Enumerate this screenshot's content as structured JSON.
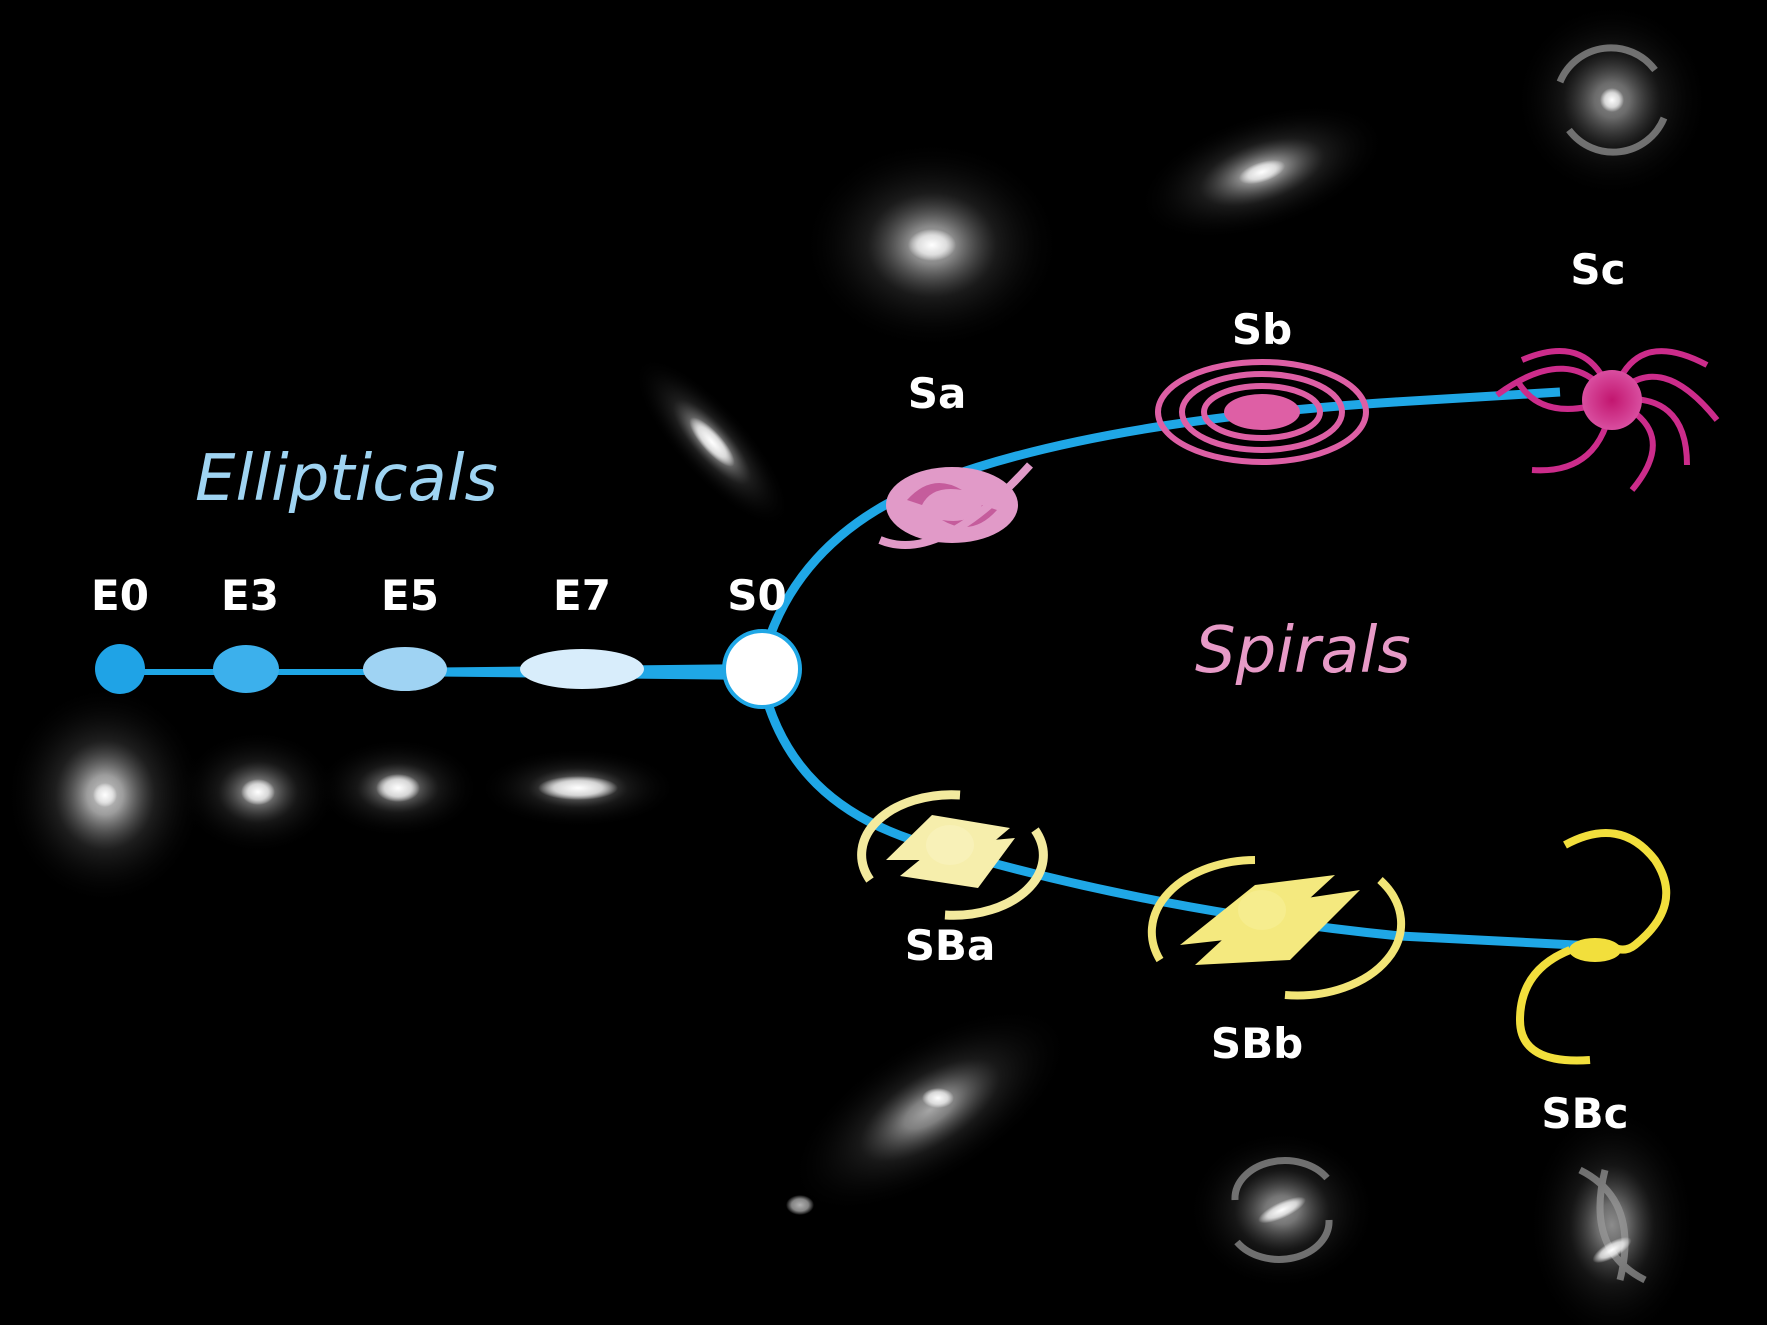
{
  "groups": {
    "ellipticals": "Ellipticals",
    "spirals": "Spirals"
  },
  "classes": {
    "E0": "E0",
    "E3": "E3",
    "E5": "E5",
    "E7": "E7",
    "S0": "S0",
    "Sa": "Sa",
    "Sb": "Sb",
    "Sc": "Sc",
    "SBa": "SBa",
    "SBb": "SBb",
    "SBc": "SBc"
  },
  "colors": {
    "background": "#000000",
    "branch": "#1fa7e6",
    "ellipticals_text": "#9fd4f2",
    "spirals_text": "#e79ac7",
    "spiral_symbol": "#d4519f",
    "barred_symbol": "#f6ec86"
  }
}
